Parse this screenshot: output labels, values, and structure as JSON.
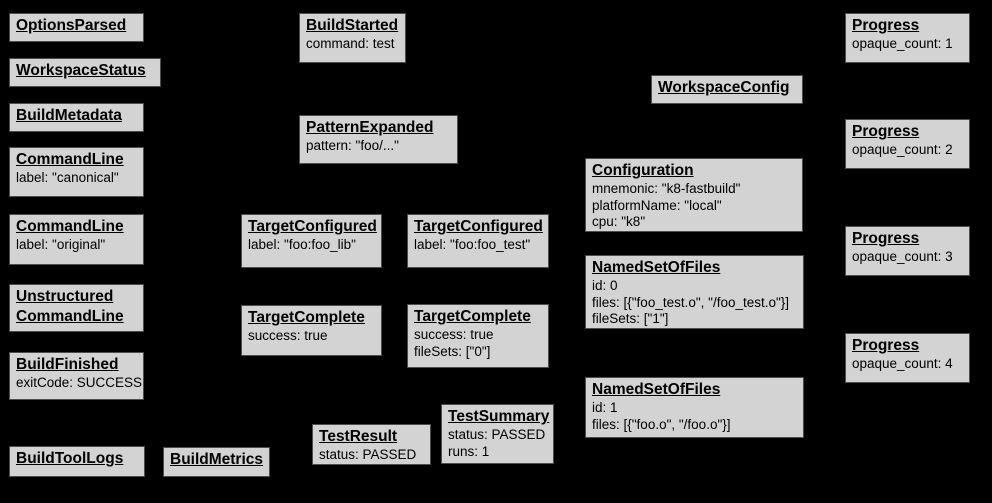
{
  "canvas": {
    "background": "#000000",
    "node_fill": "#d3d3d3",
    "node_border": "#4d4d4d",
    "text_color": "#000000"
  },
  "nodes": [
    {
      "title": "OptionsParsed"
    },
    {
      "title": "WorkspaceStatus"
    },
    {
      "title": "BuildMetadata"
    },
    {
      "title": "CommandLine",
      "details": [
        "label: \"canonical\""
      ]
    },
    {
      "title": "CommandLine",
      "details": [
        "label: \"original\""
      ]
    },
    {
      "title": "Unstructured",
      "title2": "CommandLine"
    },
    {
      "title": "BuildFinished",
      "details": [
        "exitCode: SUCCESS"
      ]
    },
    {
      "title": "BuildToolLogs"
    },
    {
      "title": "BuildMetrics"
    },
    {
      "title": "BuildStarted",
      "details": [
        "command: test"
      ]
    },
    {
      "title": "PatternExpanded",
      "details": [
        "pattern: \"foo/...\""
      ]
    },
    {
      "title": "TargetConfigured",
      "details": [
        "label: \"foo:foo_lib\""
      ]
    },
    {
      "title": "TargetConfigured",
      "details": [
        "label: \"foo:foo_test\""
      ]
    },
    {
      "title": "TargetComplete",
      "details": [
        "success: true"
      ]
    },
    {
      "title": "TargetComplete",
      "details": [
        "success: true",
        "fileSets: [\"0\"]"
      ]
    },
    {
      "title": "TestResult",
      "details": [
        "status: PASSED"
      ]
    },
    {
      "title": "TestSummary",
      "details": [
        "status: PASSED",
        "runs: 1"
      ]
    },
    {
      "title": "WorkspaceConfig"
    },
    {
      "title": "Configuration",
      "details": [
        "mnemonic: \"k8-fastbuild\"",
        "platformName: \"local\"",
        "cpu: \"k8\""
      ]
    },
    {
      "title": "NamedSetOfFiles",
      "details": [
        "id: 0",
        "files: [{\"foo_test.o\", \"/foo_test.o\"}]",
        "fileSets: [\"1\"]"
      ]
    },
    {
      "title": "NamedSetOfFiles",
      "details": [
        "id: 1",
        "files: [{\"foo.o\", \"/foo.o\"}]"
      ]
    },
    {
      "title": "Progress",
      "details": [
        "opaque_count: 1"
      ]
    },
    {
      "title": "Progress",
      "details": [
        "opaque_count: 2"
      ]
    },
    {
      "title": "Progress",
      "details": [
        "opaque_count: 3"
      ]
    },
    {
      "title": "Progress",
      "details": [
        "opaque_count: 4"
      ]
    }
  ]
}
